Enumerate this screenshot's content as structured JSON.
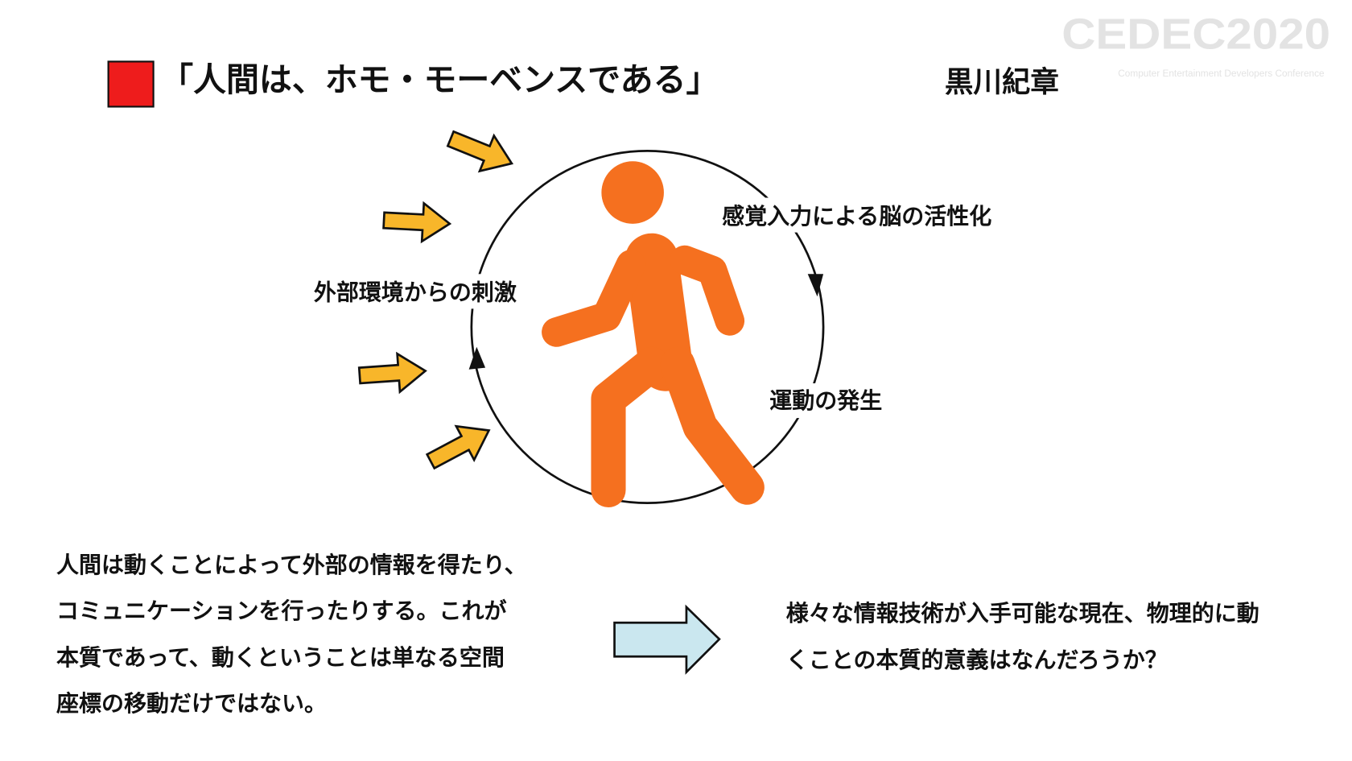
{
  "logo": {
    "main": "CEDEC2020",
    "sub": "Computer Entertainment Developers Conference"
  },
  "header": {
    "title": "「人間は、ホモ・モーベンスである」",
    "author": "黒川紀章"
  },
  "diagram": {
    "label_activation": "感覚入力による脳の活性化",
    "label_stimulus": "外部環境からの刺激",
    "label_motion": "運動の発生"
  },
  "body": {
    "left_lines": [
      "人間は動くことによって外部の情報を得たり、",
      "コミュニケーションを行ったりする。これが",
      "本質であって、動くということは単なる空間",
      "座標の移動だけではない。"
    ],
    "right_lines": [
      "様々な情報技術が入手可能な現在、物理的に動",
      "くことの本質的意義はなんだろうか？"
    ]
  },
  "colors": {
    "square": "#ee1c1c",
    "figure": "#f5701f",
    "arrow_yellow": "#f8b62a",
    "arrow_blue": "#cae7ef"
  }
}
